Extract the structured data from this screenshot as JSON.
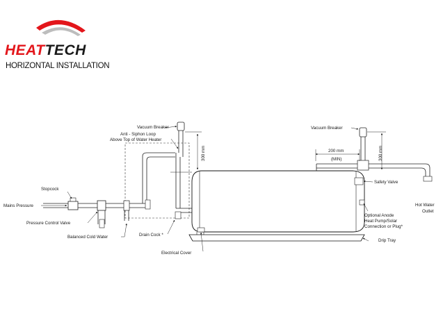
{
  "brand": {
    "heat": "HEAT",
    "tech": "TECH",
    "subtitle": "HORIZONTAL INSTALLATION",
    "colors": {
      "red": "#e3161b",
      "dark": "#1a1a1a",
      "arc_light": "#bdbdbd"
    }
  },
  "labels": {
    "vacuum_breaker_left": "Vacuum Breaker",
    "anti_siphon_1": "Anti - Siphon Loop",
    "anti_siphon_2": "Above Top of Water Heater",
    "vacuum_breaker_right": "Vacuum Breaker",
    "stopcock": "Stopcock",
    "mains_pressure": "Mains Pressure",
    "pressure_control_valve": "Pressure Control Valve",
    "balanced_cold_water": "Balanced Cold Water",
    "drain_cock": "Drain Cock *",
    "electrical_cover": "Electrical Cover",
    "safety_valve": "Safety Valve",
    "optional_anode_1": "Optional Anode",
    "optional_anode_2": "Heat Pump/Solar",
    "optional_anode_3": "Connection or Plug*",
    "drip_tray": "Drip Tray",
    "hot_water_1": "Hot Water",
    "hot_water_2": "Outlet"
  },
  "dimensions": {
    "left_vertical": "300 mm",
    "right_horizontal": "200 mm",
    "right_horizontal_min": "(MIN)",
    "right_vertical": "300 mm"
  }
}
